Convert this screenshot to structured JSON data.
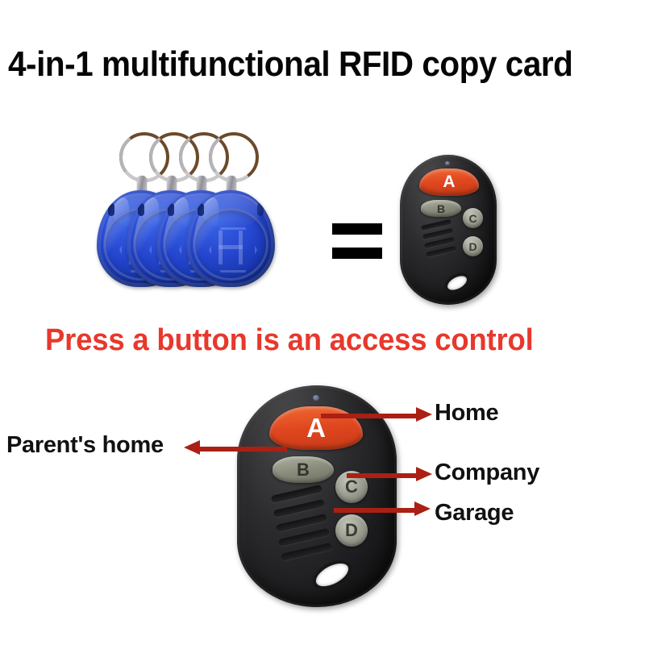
{
  "headings": {
    "title": "4-in-1 multifunctional RFID copy card",
    "subtitle": "Press a button is an access control",
    "subtitle_color": "#e8382c",
    "title_color": "#060606"
  },
  "equation": {
    "operator": "=",
    "left_item": "4 blue RFID key fobs with split rings",
    "right_item": "4-button remote control"
  },
  "keyfobs": {
    "count": 4,
    "color": "#2546cf",
    "emblem": "H",
    "items": [
      {
        "index": 1,
        "label": "rfid-keyfob-1"
      },
      {
        "index": 2,
        "label": "rfid-keyfob-2"
      },
      {
        "index": 3,
        "label": "rfid-keyfob-3"
      },
      {
        "index": 4,
        "label": "rfid-keyfob-4"
      }
    ]
  },
  "remote_small": {
    "buttons": [
      {
        "id": "A",
        "label": "A",
        "color": "#e0471f"
      },
      {
        "id": "B",
        "label": "B",
        "color": "#8d9080"
      },
      {
        "id": "C",
        "label": "C",
        "color": "#9b9d90"
      },
      {
        "id": "D",
        "label": "D",
        "color": "#9b9d90"
      }
    ]
  },
  "remote_large": {
    "buttons": [
      {
        "id": "A",
        "label": "A",
        "color": "#e0471f"
      },
      {
        "id": "B",
        "label": "B",
        "color": "#8d9080"
      },
      {
        "id": "C",
        "label": "C",
        "color": "#9b9d90"
      },
      {
        "id": "D",
        "label": "D",
        "color": "#9b9d90"
      }
    ]
  },
  "callouts": {
    "arrow_color": "#ab2014",
    "items": [
      {
        "button": "A",
        "label": "Home",
        "direction": "right"
      },
      {
        "button": "B",
        "label": "Parent's home",
        "direction": "left"
      },
      {
        "button": "C",
        "label": "Company",
        "direction": "right"
      },
      {
        "button": "D",
        "label": "Garage",
        "direction": "right"
      }
    ]
  }
}
